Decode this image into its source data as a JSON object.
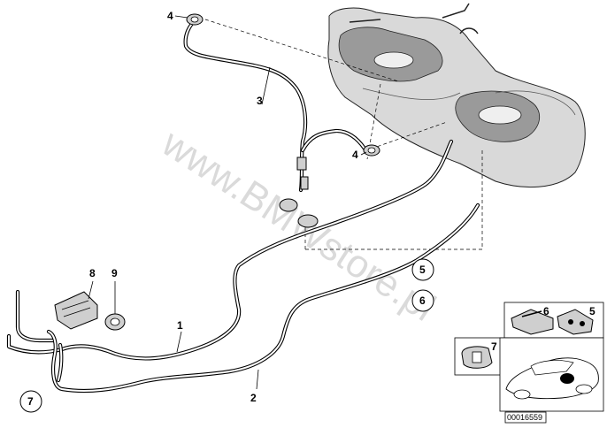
{
  "watermark": "www.BMWstore.pl",
  "diagram_code": "00016559",
  "callouts": {
    "fuel_line_1": "1",
    "fuel_line_2": "2",
    "fuel_line_3": "3",
    "clamp_4_top": "4",
    "clamp_4_mid": "4",
    "bracket_8": "8",
    "grommet_9": "9",
    "ref_5": "5",
    "ref_6": "6",
    "ref_7": "7"
  },
  "inset": {
    "label_6": "6",
    "label_5": "5",
    "label_7": "7"
  }
}
